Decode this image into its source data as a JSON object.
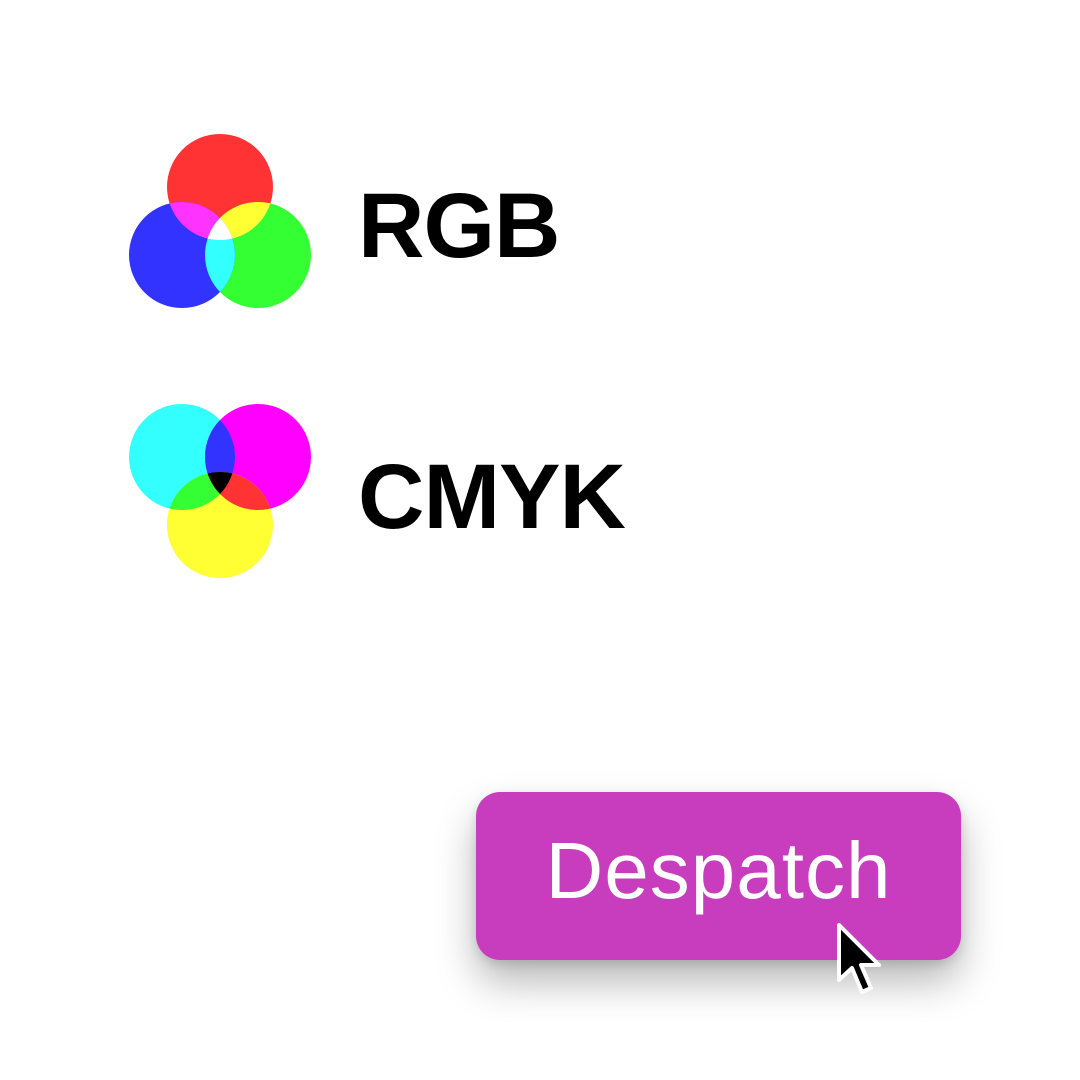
{
  "models": {
    "rgb": {
      "label": "RGB",
      "icon": "rgb-additive-circles-icon",
      "colors": {
        "red": "#ff3333",
        "green": "#33ff33",
        "blue": "#3333ff",
        "red_green": "#ffff33",
        "red_blue": "#ff33ff",
        "green_blue": "#33ffff",
        "all": "#ffffff"
      }
    },
    "cmyk": {
      "label": "CMYK",
      "icon": "cmyk-subtractive-circles-icon",
      "colors": {
        "cyan": "#33ffff",
        "magenta": "#ff00ff",
        "yellow": "#ffff33",
        "cyan_magenta": "#3333ff",
        "cyan_yellow": "#33ff33",
        "magenta_yellow": "#ff3333",
        "all": "#000000"
      }
    }
  },
  "action": {
    "label": "Despatch",
    "color": "#c83cbe",
    "text_color": "#ffffff"
  },
  "cursor": {
    "icon": "mouse-pointer-icon"
  }
}
